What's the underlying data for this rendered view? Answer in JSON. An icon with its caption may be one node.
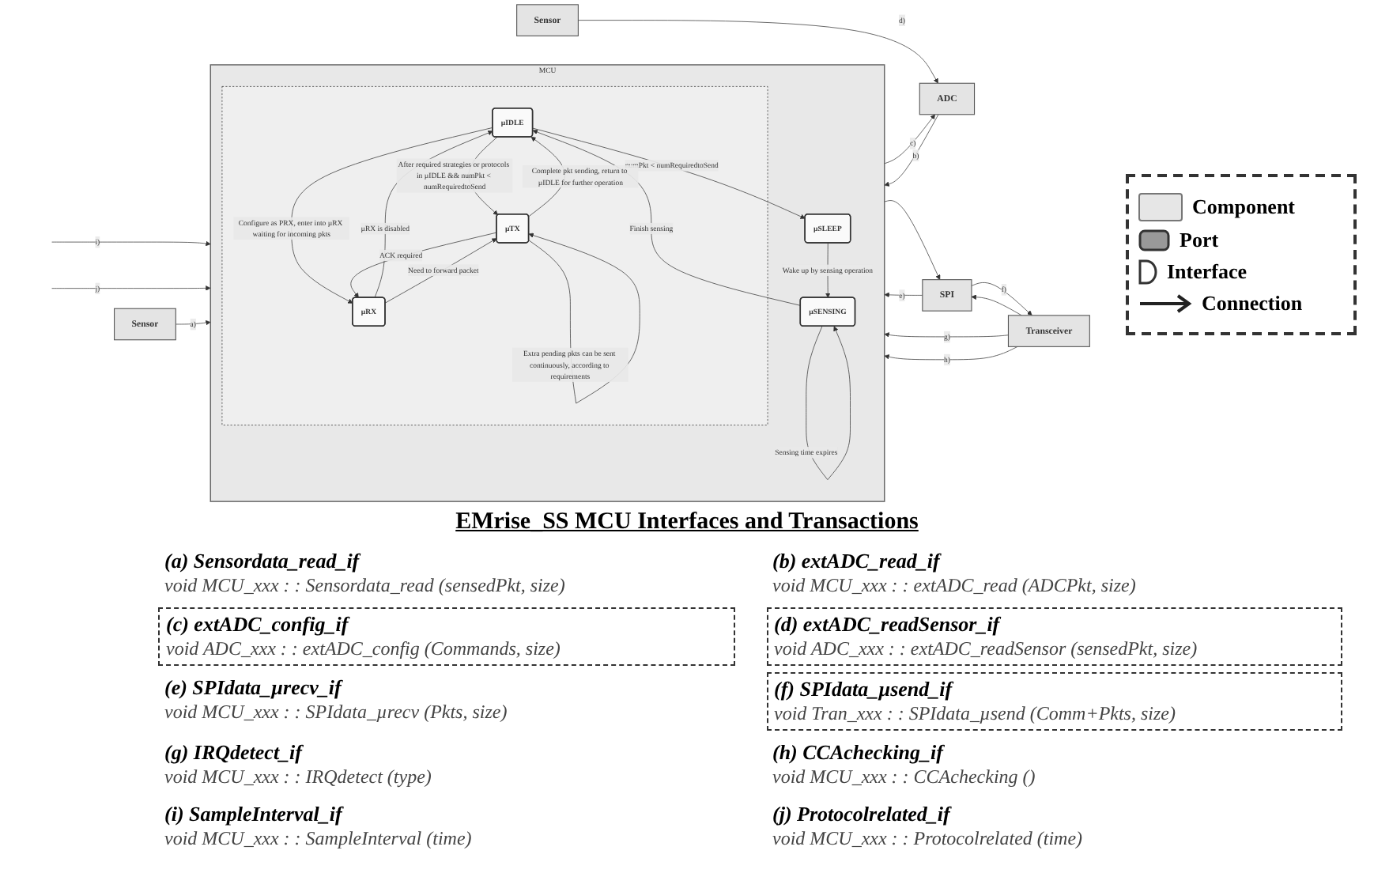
{
  "diagram": {
    "nodes": [
      {
        "text": [
          "Sensor"
        ]
      },
      {
        "text": [
          "MCU"
        ]
      },
      {
        "text": [
          "µSENSING"
        ],
        "in": 1
      },
      {
        "text": [
          "µSLEEP"
        ],
        "in": 1
      },
      {
        "text": [],
        "shape": "box",
        "in": 1
      },
      {
        "text": [
          "µIDLE"
        ],
        "in": 4
      },
      {
        "text": [
          "µTX"
        ],
        "in": 4
      },
      {
        "text": [
          "µRX"
        ],
        "in": 4
      },
      {
        "text": [
          "Sensor"
        ]
      },
      {
        "text": [
          "ADC"
        ]
      },
      {
        "text": [
          "SPI"
        ]
      },
      {
        "text": [
          "Transceiver"
        ]
      }
    ],
    "edges": [
      {
        "from": null,
        "to": 1,
        "arrow": "to",
        "label": "i)"
      },
      {
        "from": null,
        "to": 1,
        "arrow": "to",
        "label": "j)"
      },
      {
        "from": 2,
        "to": 2,
        "arrow": "to",
        "label": "Sensing time expires"
      },
      {
        "from": 3,
        "to": 2,
        "arrow": "to",
        "label": "Wake up by sensing operation"
      },
      {
        "from": 2,
        "to": 5,
        "arrow": "to",
        "label": "Finish sensing"
      },
      {
        "from": 5,
        "to": 3,
        "arrow": "to",
        "label": "numPkt < numRequiredtoSend"
      },
      {
        "from": 6,
        "to": 5,
        "arrow": "to",
        "label": "Complete pkt sending, return to µIDLE for further operation"
      },
      {
        "from": 7,
        "to": 5,
        "arrow": "to",
        "label": "µRX is disabled"
      },
      {
        "from": 5,
        "to": 6,
        "arrow": "to",
        "label": "After required strategies or protocols in µIDLE && numPkt < numRequiredtoSend"
      },
      {
        "from": 5,
        "to": 7,
        "arrow": "to",
        "label": "Configure as PRX, enter into µRX waiting for incoming pkts"
      },
      {
        "from": 7,
        "to": 6,
        "arrow": "to",
        "label": "Need to forward packet"
      },
      {
        "from": 6,
        "to": 7,
        "arrow": "to",
        "label": "ACK required"
      },
      {
        "from": 6,
        "to": 6,
        "arrow": "to",
        "label": "Extra pending pkts can be sent continuously, according to requirements"
      },
      {
        "from": 0,
        "to": 1,
        "arrow": "to",
        "label": "a)"
      },
      {
        "from": 8,
        "to": 9,
        "arrow": "to",
        "label": "d)"
      },
      {
        "from": 9,
        "to": 1,
        "arrow": "to",
        "label": "b)"
      },
      {
        "from": 1,
        "to": 9,
        "arrow": "to",
        "label": "c)"
      },
      {
        "from": 11,
        "to": 1,
        "arrow": "to",
        "label": "g)"
      },
      {
        "from": 11,
        "to": 1,
        "arrow": "to",
        "label": "h)"
      },
      {
        "from": 10,
        "to": 1,
        "arrow": "to",
        "label": "e)"
      },
      {
        "from": 1,
        "to": 10,
        "arrow": "to"
      },
      {
        "from": 11,
        "to": 10,
        "arrow": "to"
      },
      {
        "from": 10,
        "to": 11,
        "arrow": "to",
        "label": "f)"
      }
    ],
    "labels": [
      "EMrise_SS MCU Interfaces and Transactions",
      "(a) Sensordata_read_if",
      "void MCU_xxx : : Sensordata_read (sensedPkt, size)",
      "(b) extADC_read_if",
      "void MCU_xxx : : extADC_read (ADCPkt, size)",
      "(c) extADC_config_if",
      "void ADC_xxx : : extADC_config (Commands, size)",
      "(d) extADC_readSensor_if",
      "void ADC_xxx : : extADC_readSensor (sensedPkt, size)",
      "(e) SPIdata_µrecv_if",
      "void MCU_xxx : : SPIdata_µrecv (Pkts, size)",
      "(f) SPIdata_µsend_if",
      "void Tran_xxx : : SPIdata_µsend (Comm+Pkts, size)",
      "(g) IRQdetect_if",
      "void MCU_xxx : : IRQdetect (type)",
      "(h) CCAchecking_if",
      "void MCU_xxx : : CCAchecking ()",
      "(i) SampleInterval_if",
      "void MCU_xxx : : SampleInterval (time)",
      "(j) Protocolrelated_if",
      "void MCU_xxx : : Protocolrelated (time)"
    ],
    "legend": [
      {
        "text": "Component",
        "color": "#e6e6e6"
      },
      {
        "text": "Port"
      },
      {
        "text": "Interface"
      },
      {
        "text": "Connection"
      }
    ]
  }
}
